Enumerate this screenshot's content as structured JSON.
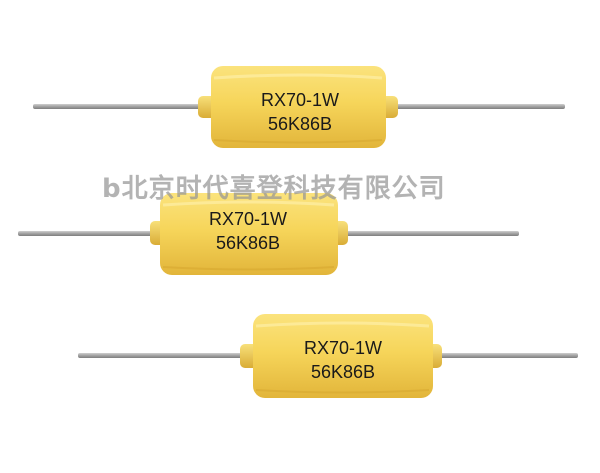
{
  "watermark": "b北京时代喜登科技有限公司",
  "resistors": [
    {
      "line1": "RX70-1W",
      "line2": "56K86B"
    },
    {
      "line1": "RX70-1W",
      "line2": "56K86B"
    },
    {
      "line1": "RX70-1W",
      "line2": "56K86B"
    }
  ],
  "colors": {
    "body": "#f5d55a",
    "body_shadow": "#e3b63c",
    "lead": "#a9a9a9",
    "background": "#ffffff"
  }
}
